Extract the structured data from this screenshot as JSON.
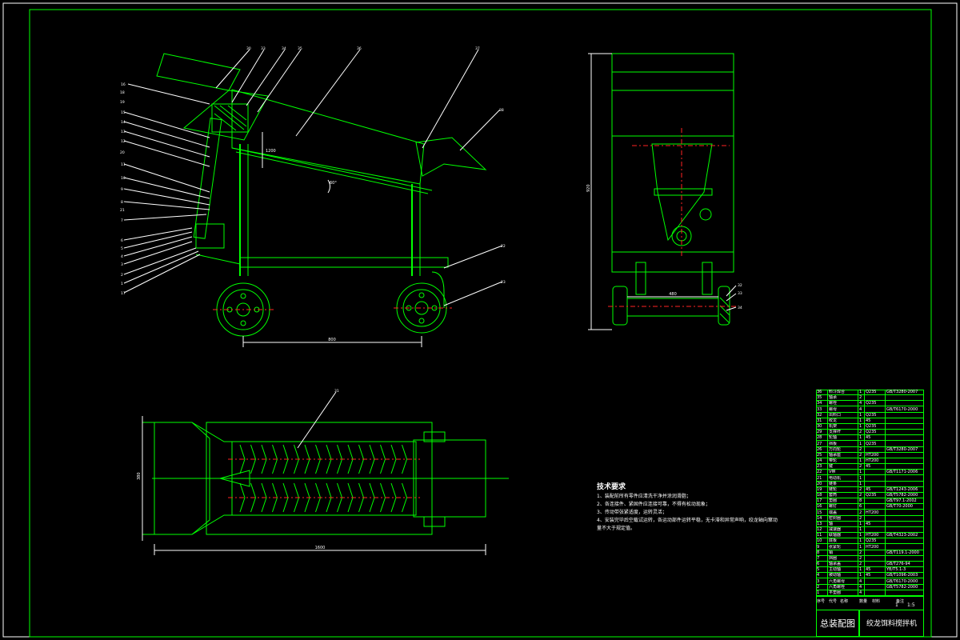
{
  "technical_requirements": {
    "title": "技术要求",
    "items": [
      "1、装配前所有零件应清洗干净并涂润滑脂；",
      "2、各连接件、紧固件应连接可靠，不得有松动现象；",
      "3、传动带张紧适度，运转灵活；",
      "4、安装完毕后空载试运转，各运动部件运转平稳，无卡滞和异常声响，绞龙轴向窜动量不大于规定值。"
    ]
  },
  "title_block": {
    "drawing_name": "总装配图",
    "project_name": "绞龙饵料搅拌机",
    "scale": "1:5",
    "sheet": "1",
    "header_labels": [
      "序号",
      "代号",
      "名称",
      "数量",
      "材料",
      "备注"
    ],
    "parts": [
      {
        "no": "36",
        "name": "料斗焊合",
        "qty": "1",
        "material": "Q235",
        "code": "GB/T3280-2007"
      },
      {
        "no": "35",
        "name": "轴承",
        "qty": "2",
        "material": "",
        "code": ""
      },
      {
        "no": "34",
        "name": "螺栓",
        "qty": "4",
        "material": "Q235",
        "code": ""
      },
      {
        "no": "33",
        "name": "螺母",
        "qty": "4",
        "material": "",
        "code": "GB/T6170-2000"
      },
      {
        "no": "32",
        "name": "出料口",
        "qty": "1",
        "material": "Q235",
        "code": ""
      },
      {
        "no": "31",
        "name": "绞龙",
        "qty": "1",
        "material": "45",
        "code": ""
      },
      {
        "no": "30",
        "name": "机架",
        "qty": "1",
        "material": "Q235",
        "code": ""
      },
      {
        "no": "29",
        "name": "支撑杆",
        "qty": "2",
        "material": "Q235",
        "code": ""
      },
      {
        "no": "28",
        "name": "轮轴",
        "qty": "1",
        "material": "45",
        "code": ""
      },
      {
        "no": "27",
        "name": "挡板",
        "qty": "1",
        "material": "Q235",
        "code": ""
      },
      {
        "no": "26",
        "name": "万向轮",
        "qty": "2",
        "material": "",
        "code": "GB/T3280-2007"
      },
      {
        "no": "25",
        "name": "轴承座",
        "qty": "2",
        "material": "HT200",
        "code": ""
      },
      {
        "no": "24",
        "name": "带轮",
        "qty": "1",
        "material": "HT200",
        "code": ""
      },
      {
        "no": "23",
        "name": "键",
        "qty": "2",
        "material": "45",
        "code": ""
      },
      {
        "no": "22",
        "name": "V带",
        "qty": "1",
        "material": "",
        "code": "GB/T1171-2006"
      },
      {
        "no": "21",
        "name": "电动机",
        "qty": "1",
        "material": "",
        "code": ""
      },
      {
        "no": "20",
        "name": "链条",
        "qty": "1",
        "material": "",
        "code": ""
      },
      {
        "no": "19",
        "name": "链轮",
        "qty": "2",
        "material": "45",
        "code": "GB/T1243-2006"
      },
      {
        "no": "18",
        "name": "套筒",
        "qty": "2",
        "material": "Q235",
        "code": "GB/T5782-2000"
      },
      {
        "no": "17",
        "name": "垫圈",
        "qty": "8",
        "material": "",
        "code": "GB/T97.1-2002"
      },
      {
        "no": "16",
        "name": "螺钉",
        "qty": "6",
        "material": "",
        "code": "GB/T70-2000"
      },
      {
        "no": "15",
        "name": "端盖",
        "qty": "2",
        "material": "HT200",
        "code": ""
      },
      {
        "no": "14",
        "name": "密封圈",
        "qty": "2",
        "material": "",
        "code": ""
      },
      {
        "no": "13",
        "name": "轴",
        "qty": "1",
        "material": "45",
        "code": ""
      },
      {
        "no": "12",
        "name": "减速器",
        "qty": "1",
        "material": "",
        "code": ""
      },
      {
        "no": "11",
        "name": "联轴器",
        "qty": "1",
        "material": "HT200",
        "code": "GB/T4323-2002"
      },
      {
        "no": "10",
        "name": "底板",
        "qty": "1",
        "material": "Q235",
        "code": ""
      },
      {
        "no": "9",
        "name": "张紧轮",
        "qty": "1",
        "material": "HT200",
        "code": ""
      },
      {
        "no": "8",
        "name": "销",
        "qty": "2",
        "material": "",
        "code": "GB/T119.1-2000"
      },
      {
        "no": "7",
        "name": "挡圈",
        "qty": "2",
        "material": "",
        "code": ""
      },
      {
        "no": "6",
        "name": "轴承盖",
        "qty": "2",
        "material": "",
        "code": "GB/T276-94"
      },
      {
        "no": "5",
        "name": "主动轴",
        "qty": "1",
        "material": "45",
        "code": "YB/T5.1-3"
      },
      {
        "no": "4",
        "name": "被动轴",
        "qty": "1",
        "material": "45",
        "code": "GB/T1096-2003"
      },
      {
        "no": "3",
        "name": "六角螺母",
        "qty": "4",
        "material": "",
        "code": "GB/T6170-2000"
      },
      {
        "no": "2",
        "name": "六角螺栓",
        "qty": "4",
        "material": "",
        "code": "GB/T5782-2000"
      },
      {
        "no": "1",
        "name": "平垫圈",
        "qty": "4",
        "material": "",
        "code": ""
      }
    ]
  },
  "dimensions": {
    "side_view_wheelbase": "800",
    "side_view_angle": "60°",
    "side_view_height": "1200",
    "front_view_height": "920",
    "front_view_width": "480",
    "top_view_length": "1600",
    "top_view_width": "380"
  },
  "callouts": {
    "side_view": [
      "30",
      "33",
      "34",
      "35",
      "36",
      "37",
      "38",
      "16",
      "15",
      "14",
      "13",
      "12",
      "11",
      "10",
      "9",
      "8",
      "7",
      "6",
      "5",
      "4",
      "3",
      "2",
      "1",
      "17",
      "18",
      "19",
      "20",
      "21",
      "22",
      "23"
    ],
    "front_view": [
      "32",
      "33",
      "34"
    ],
    "top_view": [
      "31"
    ]
  },
  "colors": {
    "background": "#000000",
    "line": "#00ff00",
    "text": "#ffffff",
    "centerline": "#ff2222"
  }
}
